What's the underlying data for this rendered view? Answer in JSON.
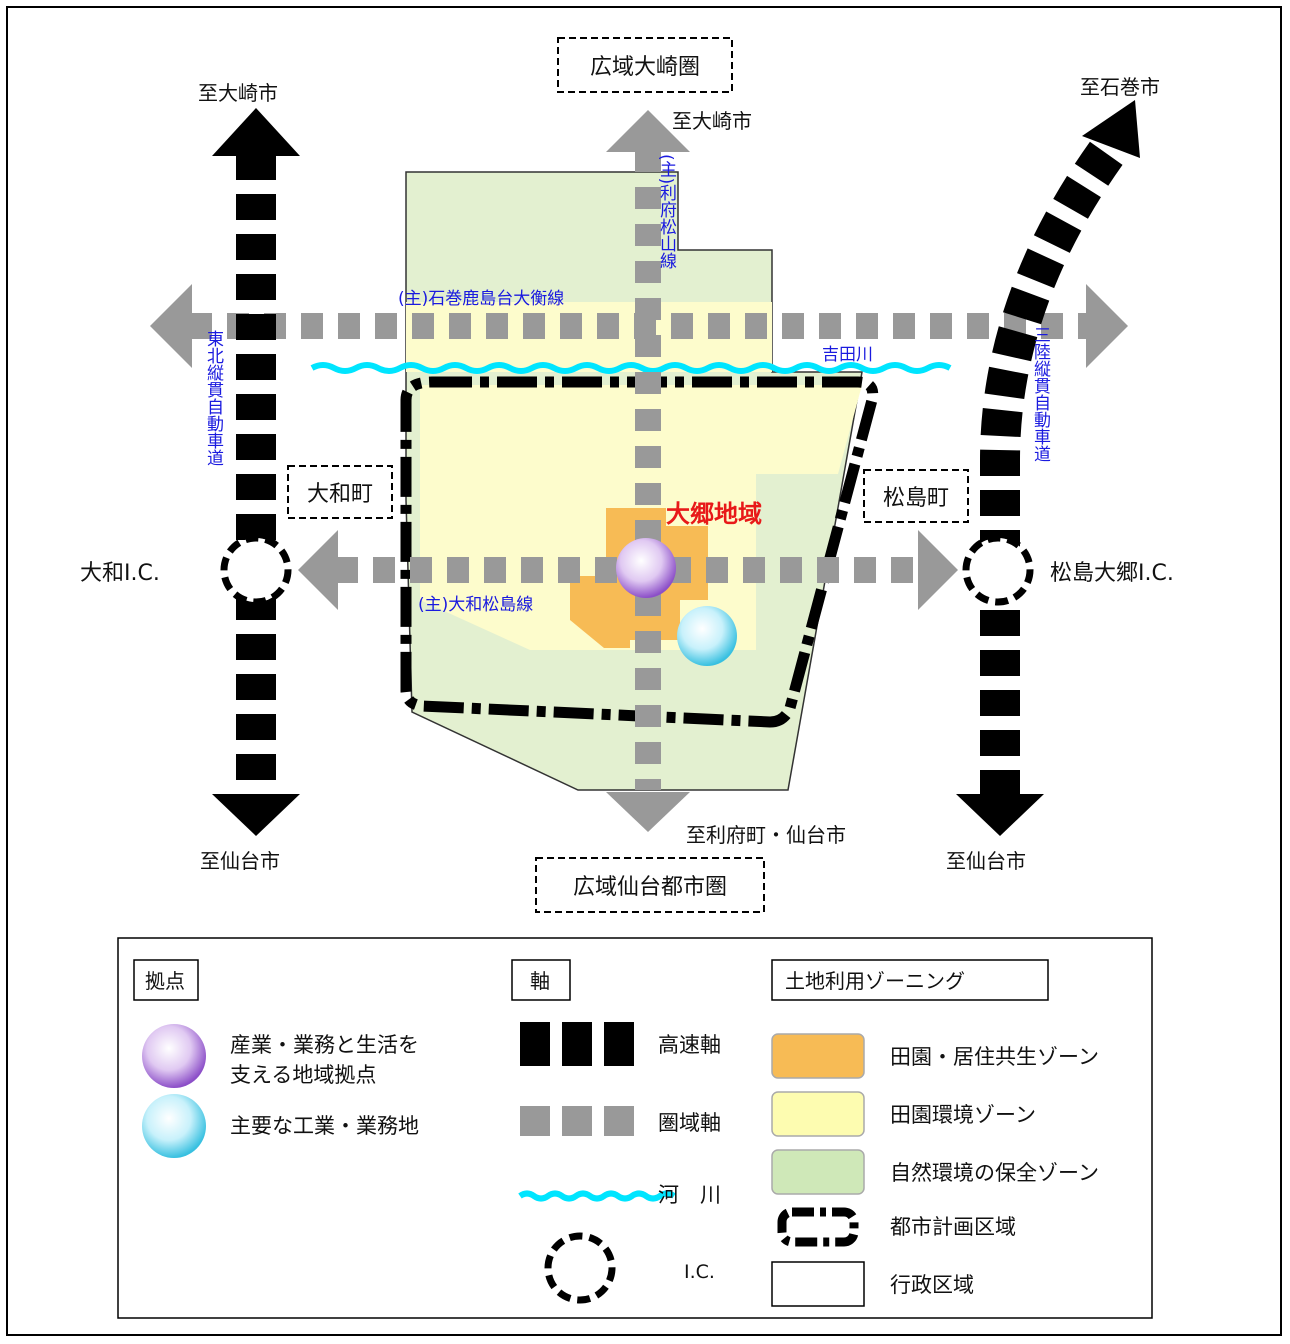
{
  "map": {
    "labels": {
      "north_region": "広域大崎圏",
      "south_region": "広域仙台都市圏",
      "to_osaki_left": "至大崎市",
      "to_osaki_center": "至大崎市",
      "to_ishinomaki": "至石巻市",
      "to_sendai_left": "至仙台市",
      "to_sendai_right": "至仙台市",
      "to_rifu_sendai": "至利府町・仙台市",
      "taiwa_town": "大和町",
      "matsushima_town": "松島町",
      "taiwa_ic": "大和I.C.",
      "matsushima_ic": "松島大郷I.C.",
      "route_ishinomaki": "(主)石巻鹿島台大衡線",
      "route_rifu": "(主)利府松山線",
      "route_taiwa": "(主)大和松島線",
      "tohoku_expressway": "東北縦貫自動車道",
      "sanriku_expressway": "三陸縦貫自動車道",
      "river": "吉田川",
      "area_name": "大郷地域"
    },
    "colors": {
      "orange_zone": "#f7bb55",
      "yellow_zone": "#fdfccc",
      "green_zone": "#e3f0d0",
      "river": "#00e5ff",
      "axis_gray": "#999999",
      "route_blue": "#1a1adf",
      "area_red": "#e81919"
    }
  },
  "legend": {
    "hub_title": "拠点",
    "hub_items": [
      {
        "icon": "purple-sphere-icon",
        "label_line1": "産業・業務と生活を",
        "label_line2": "支える地域拠点"
      },
      {
        "icon": "cyan-sphere-icon",
        "label_line1": "主要な工業・業務地"
      }
    ],
    "axis_title": "軸",
    "axis_items": [
      "高速軸",
      "圏域軸",
      "河　川",
      "I.C."
    ],
    "zoning_title": "土地利用ゾーニング",
    "zoning_items": [
      "田園・居住共生ゾーン",
      "田園環境ゾーン",
      "自然環境の保全ゾーン",
      "都市計画区域",
      "行政区域"
    ]
  }
}
